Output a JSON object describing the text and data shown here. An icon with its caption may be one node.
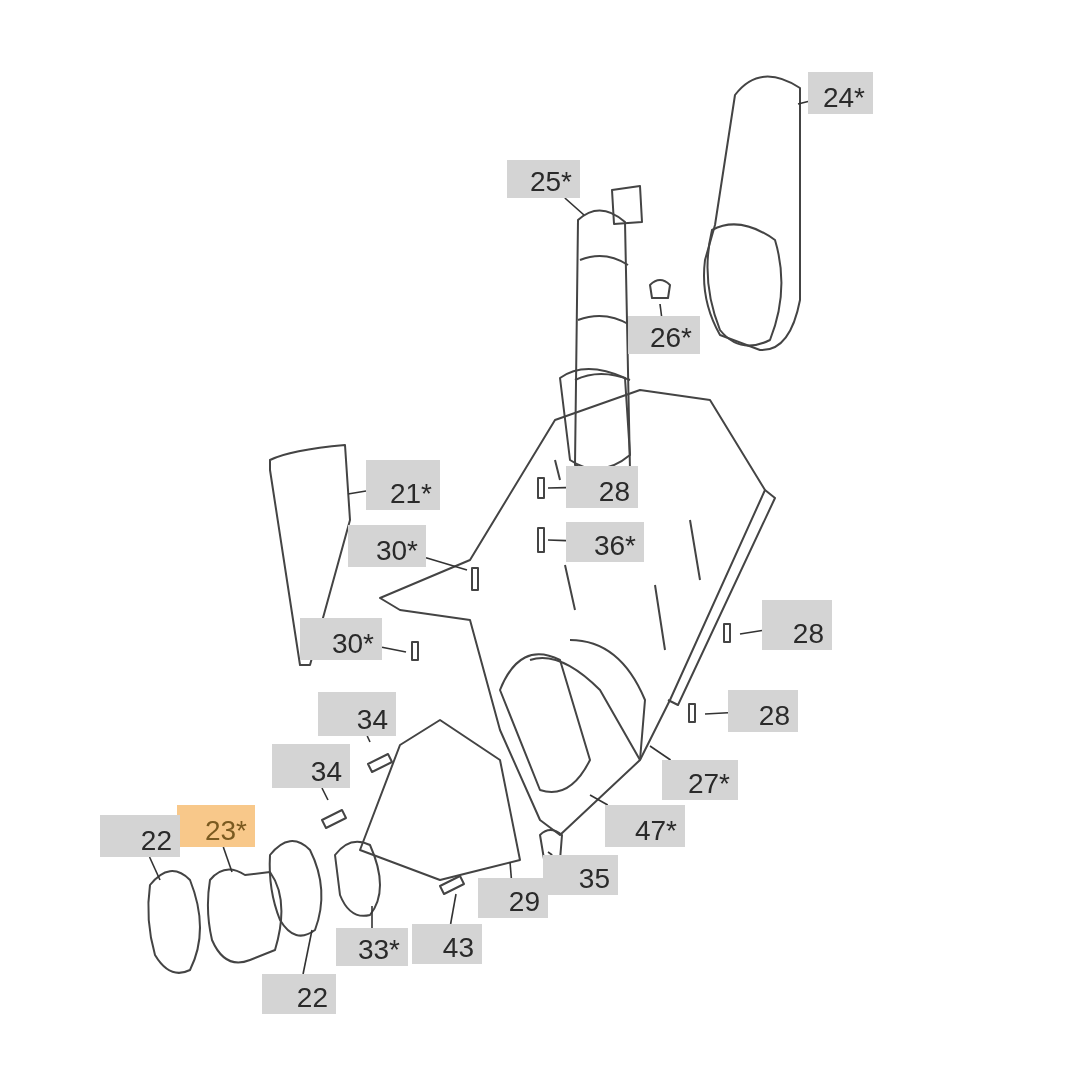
{
  "diagram": {
    "nodes": [
      {
        "text": [
          "24*"
        ]
      },
      {
        "text": [
          "25*"
        ]
      },
      {
        "text": [
          "26*"
        ]
      },
      {
        "text": [
          "21*"
        ]
      },
      {
        "text": [
          "28"
        ]
      },
      {
        "text": [
          "36*"
        ]
      },
      {
        "text": [
          "30*"
        ]
      },
      {
        "text": [
          "30*"
        ]
      },
      {
        "text": [
          "28"
        ]
      },
      {
        "text": [
          "34"
        ]
      },
      {
        "text": [
          "28"
        ]
      },
      {
        "text": [
          "27*"
        ]
      },
      {
        "text": [
          "34"
        ]
      },
      {
        "text": [
          "47*"
        ]
      },
      {
        "text": [
          "23*"
        ]
      },
      {
        "text": [
          "22"
        ]
      },
      {
        "text": [
          "35"
        ]
      },
      {
        "text": [
          "29"
        ]
      },
      {
        "text": [
          "43"
        ]
      },
      {
        "text": [
          "33*"
        ]
      },
      {
        "text": [
          "22"
        ]
      }
    ],
    "edges": [
      {
        "from": 0,
        "to": null,
        "arrow": "none"
      },
      {
        "from": 1,
        "to": null,
        "arrow": "none"
      },
      {
        "from": 2,
        "to": null,
        "arrow": "none"
      },
      {
        "from": 3,
        "to": null,
        "arrow": "none"
      },
      {
        "from": 4,
        "to": null,
        "arrow": "none"
      },
      {
        "from": 5,
        "to": null,
        "arrow": "none"
      },
      {
        "from": 6,
        "to": null,
        "arrow": "none"
      },
      {
        "from": 7,
        "to": null,
        "arrow": "none"
      },
      {
        "from": 8,
        "to": null,
        "arrow": "none"
      },
      {
        "from": 9,
        "to": null,
        "arrow": "none"
      },
      {
        "from": 10,
        "to": null,
        "arrow": "none"
      },
      {
        "from": 11,
        "to": null,
        "arrow": "none"
      },
      {
        "from": 12,
        "to": null,
        "arrow": "none"
      },
      {
        "from": 13,
        "to": null,
        "arrow": "none"
      },
      {
        "from": 14,
        "to": null,
        "arrow": "none"
      },
      {
        "from": 15,
        "to": null,
        "arrow": "none"
      },
      {
        "from": 16,
        "to": null,
        "arrow": "none"
      },
      {
        "from": 17,
        "to": null,
        "arrow": "none"
      },
      {
        "from": 18,
        "to": null,
        "arrow": "none"
      },
      {
        "from": 19,
        "to": null,
        "arrow": "none"
      },
      {
        "from": 20,
        "to": null,
        "arrow": "none"
      }
    ]
  }
}
